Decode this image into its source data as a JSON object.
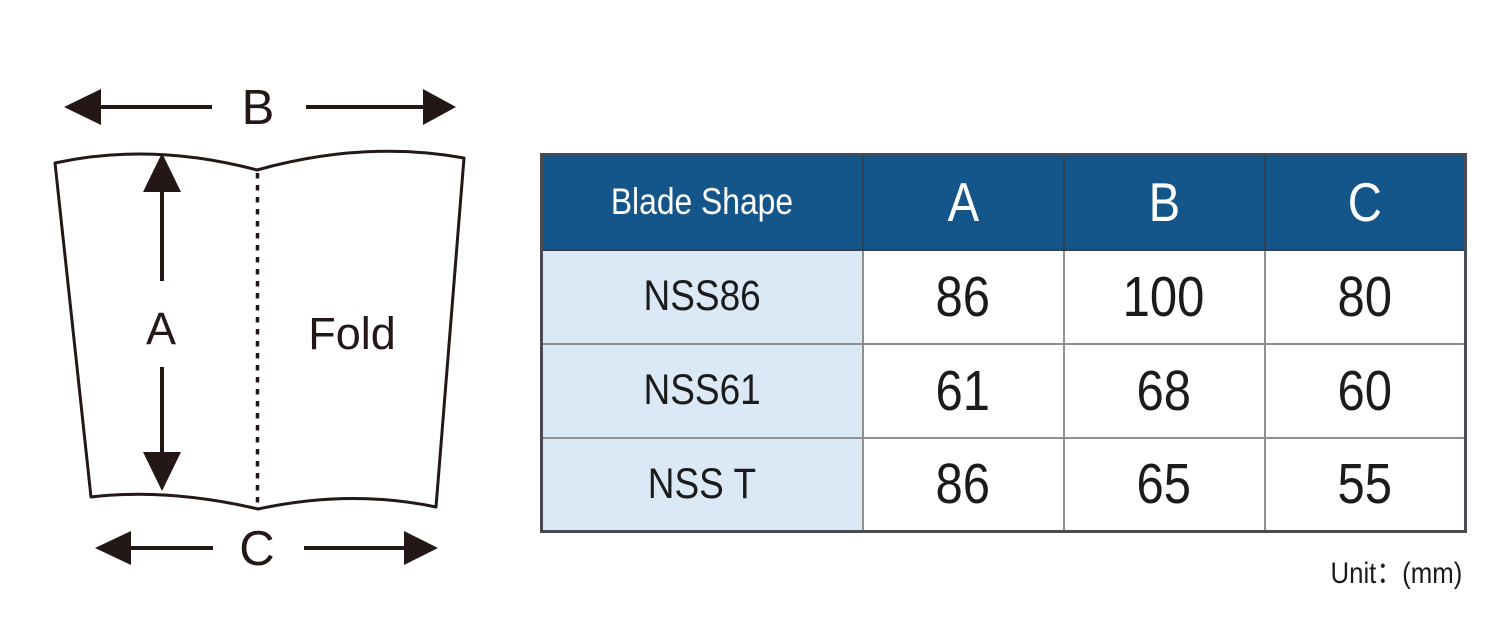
{
  "diagram": {
    "label_a": "A",
    "label_b": "B",
    "label_c": "C",
    "fold_label": "Fold",
    "ink_color": "#231815",
    "description": "Folded blade outline with width B across the top, width C across the bottom, height A vertical arrow, and dashed center fold line labeled Fold"
  },
  "table": {
    "header": {
      "shape": "Blade Shape",
      "a": "A",
      "b": "B",
      "c": "C"
    },
    "rows": [
      {
        "name": "NSS86",
        "a": "86",
        "b": "100",
        "c": "80"
      },
      {
        "name": "NSS61",
        "a": "61",
        "b": "68",
        "c": "60"
      },
      {
        "name": "NSS T",
        "a": "86",
        "b": "65",
        "c": "55"
      }
    ],
    "colors": {
      "header_bg": "#15568a",
      "header_text": "#ffffff",
      "row_label_bg": "#dbe9f6",
      "grid_line": "#8f8f8f",
      "outer_border": "#4a4a52"
    }
  },
  "footer": {
    "unit_label": "Unit：(mm)"
  }
}
